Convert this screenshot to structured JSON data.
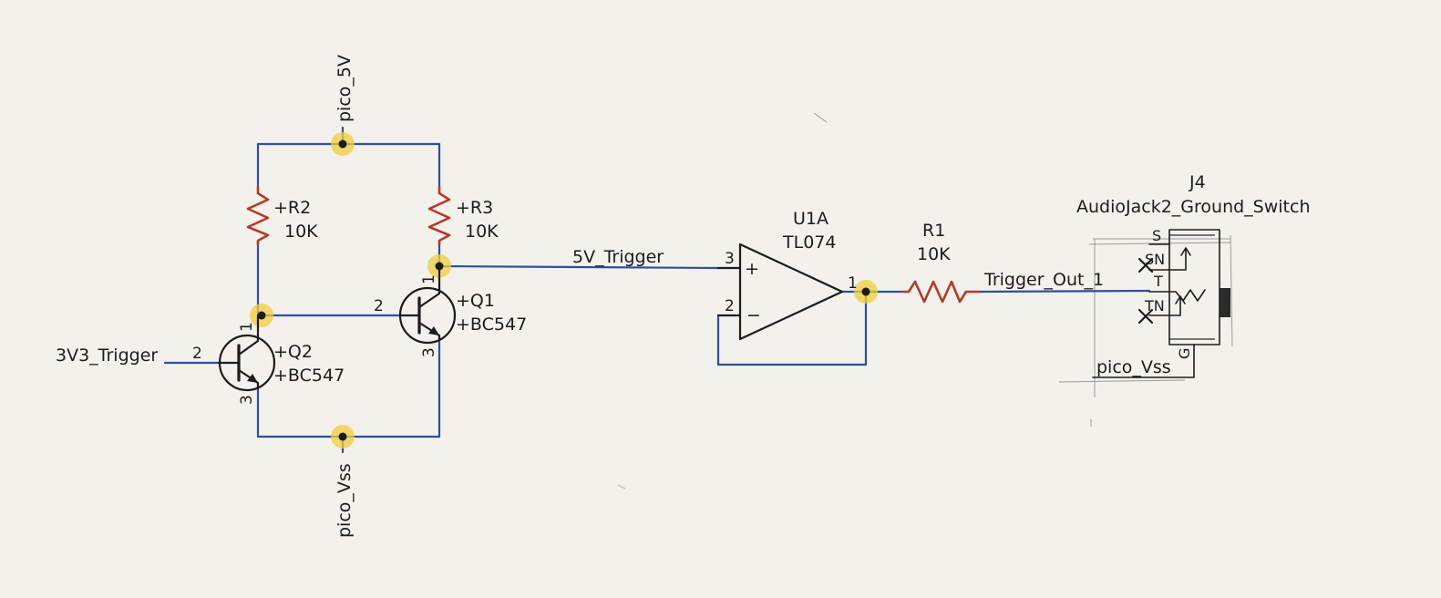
{
  "colors": {
    "paper": "#f3f1ec",
    "wire": "#2f4f9e",
    "resistor": "#b8372b",
    "junction_fill": "#1c1c1c",
    "junction_highlight": "#f2cd3c",
    "ink": "#1c1c1c"
  },
  "nets": {
    "pico_5v": "pico_5V",
    "pico_vss_bottom": "pico_Vss",
    "trigger_3v3": "3V3_Trigger",
    "trigger_5v": "5V_Trigger",
    "trigger_out": "Trigger_Out_1",
    "pico_vss_jack": "pico_Vss"
  },
  "components": {
    "r2": {
      "ref": "+R2",
      "value": "10K"
    },
    "r3": {
      "ref": "+R3",
      "value": "10K"
    },
    "q1": {
      "ref": "+Q1",
      "value": "+BC547",
      "pins": {
        "base": "2",
        "collector": "1",
        "emitter": "3"
      }
    },
    "q2": {
      "ref": "+Q2",
      "value": "+BC547",
      "pins": {
        "base": "2",
        "collector": "1",
        "emitter": "3"
      }
    },
    "u1a": {
      "ref": "U1A",
      "value": "TL074",
      "pins": {
        "noninv": "3",
        "inv": "2",
        "out": "1"
      },
      "signs": {
        "plus": "+",
        "minus": "−"
      }
    },
    "r1": {
      "ref": "R1",
      "value": "10K"
    },
    "j4": {
      "ref": "J4",
      "value": "AudioJack2_Ground_Switch",
      "pins": {
        "s": "S",
        "sn": "SN",
        "t": "T",
        "tn": "TN",
        "g": "G"
      }
    }
  },
  "icons": {
    "junction": "junction-dot-icon",
    "no_connect": "no-connect-x-icon"
  }
}
